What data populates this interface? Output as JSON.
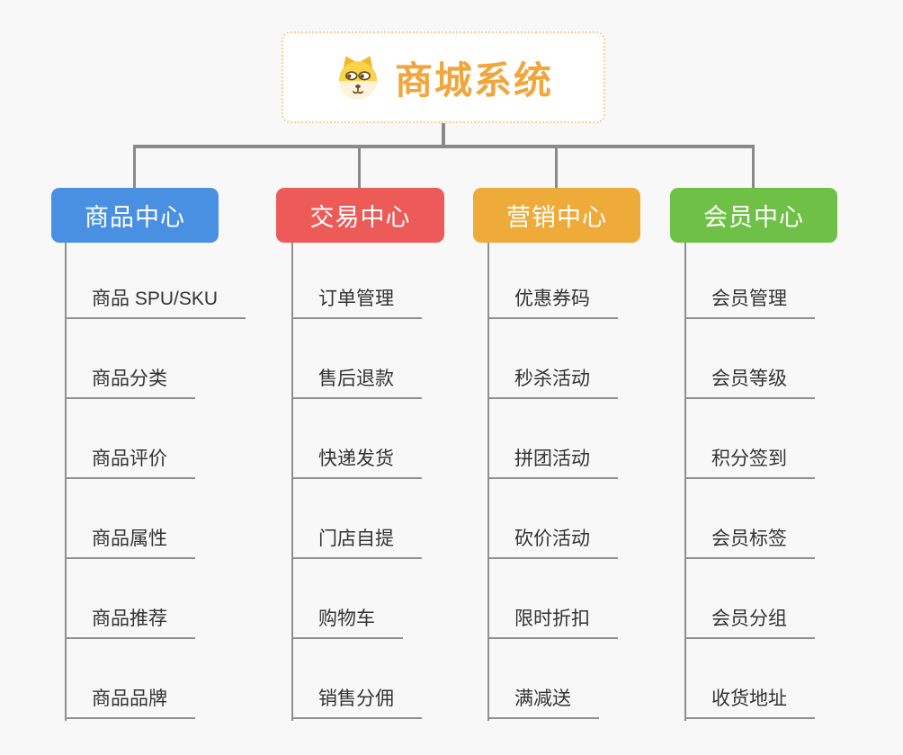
{
  "root": {
    "title": "商城系统",
    "icon": "dog-icon",
    "title_color": "#f0a63c",
    "border_color": "#f2cf93"
  },
  "connector_color": "#8a8a8a",
  "page_background": "#f8f8f8",
  "branches": [
    {
      "label": "商品中心",
      "color": "#4a90e2",
      "items": [
        "商品 SPU/SKU",
        "商品分类",
        "商品评价",
        "商品属性",
        "商品推荐",
        "商品品牌"
      ]
    },
    {
      "label": "交易中心",
      "color": "#ec5b57",
      "items": [
        "订单管理",
        "售后退款",
        "快递发货",
        "门店自提",
        "购物车",
        "销售分佣"
      ]
    },
    {
      "label": "营销中心",
      "color": "#eeab3a",
      "items": [
        "优惠券码",
        "秒杀活动",
        "拼团活动",
        "砍价活动",
        "限时折扣",
        "满减送"
      ]
    },
    {
      "label": "会员中心",
      "color": "#6fc046",
      "items": [
        "会员管理",
        "会员等级",
        "积分签到",
        "会员标签",
        "会员分组",
        "收货地址"
      ]
    }
  ]
}
